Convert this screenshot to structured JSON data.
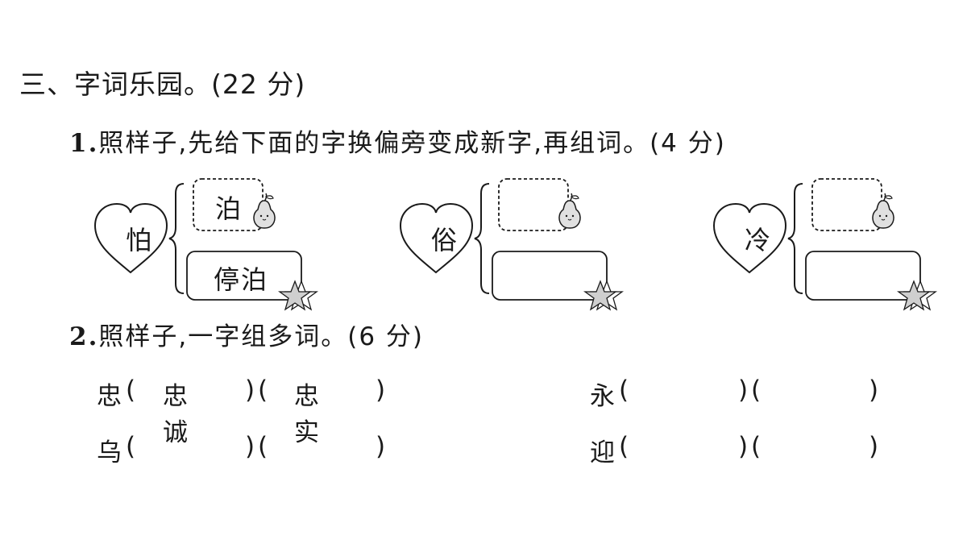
{
  "section": {
    "title": "三、字词乐园。(22 分)"
  },
  "q1": {
    "number": "1.",
    "text": "照样子,先给下面的字换偏旁变成新字,再组词。(4 分)",
    "groups": [
      {
        "char": "怕",
        "new_char": "泊",
        "word": "停泊"
      },
      {
        "char": "俗",
        "new_char": "",
        "word": ""
      },
      {
        "char": "冷",
        "new_char": "",
        "word": ""
      }
    ]
  },
  "q2": {
    "number": "2.",
    "text": "照样子,一字组多词。(6 分)",
    "rows": [
      {
        "char": "忠",
        "words": [
          "忠诚",
          "忠实"
        ]
      },
      {
        "char": "永",
        "words": [
          "",
          ""
        ]
      },
      {
        "char": "乌",
        "words": [
          "",
          ""
        ]
      },
      {
        "char": "迎",
        "words": [
          "",
          ""
        ]
      }
    ],
    "open_paren": "(",
    "close_paren": ")"
  },
  "colors": {
    "ink": "#1a1a1a",
    "star_fill": "#cfcfcf",
    "pear_fill": "#e0e0e0"
  },
  "icons": [
    "heart-frame",
    "pear-icon",
    "star-icon",
    "curly-brace"
  ]
}
